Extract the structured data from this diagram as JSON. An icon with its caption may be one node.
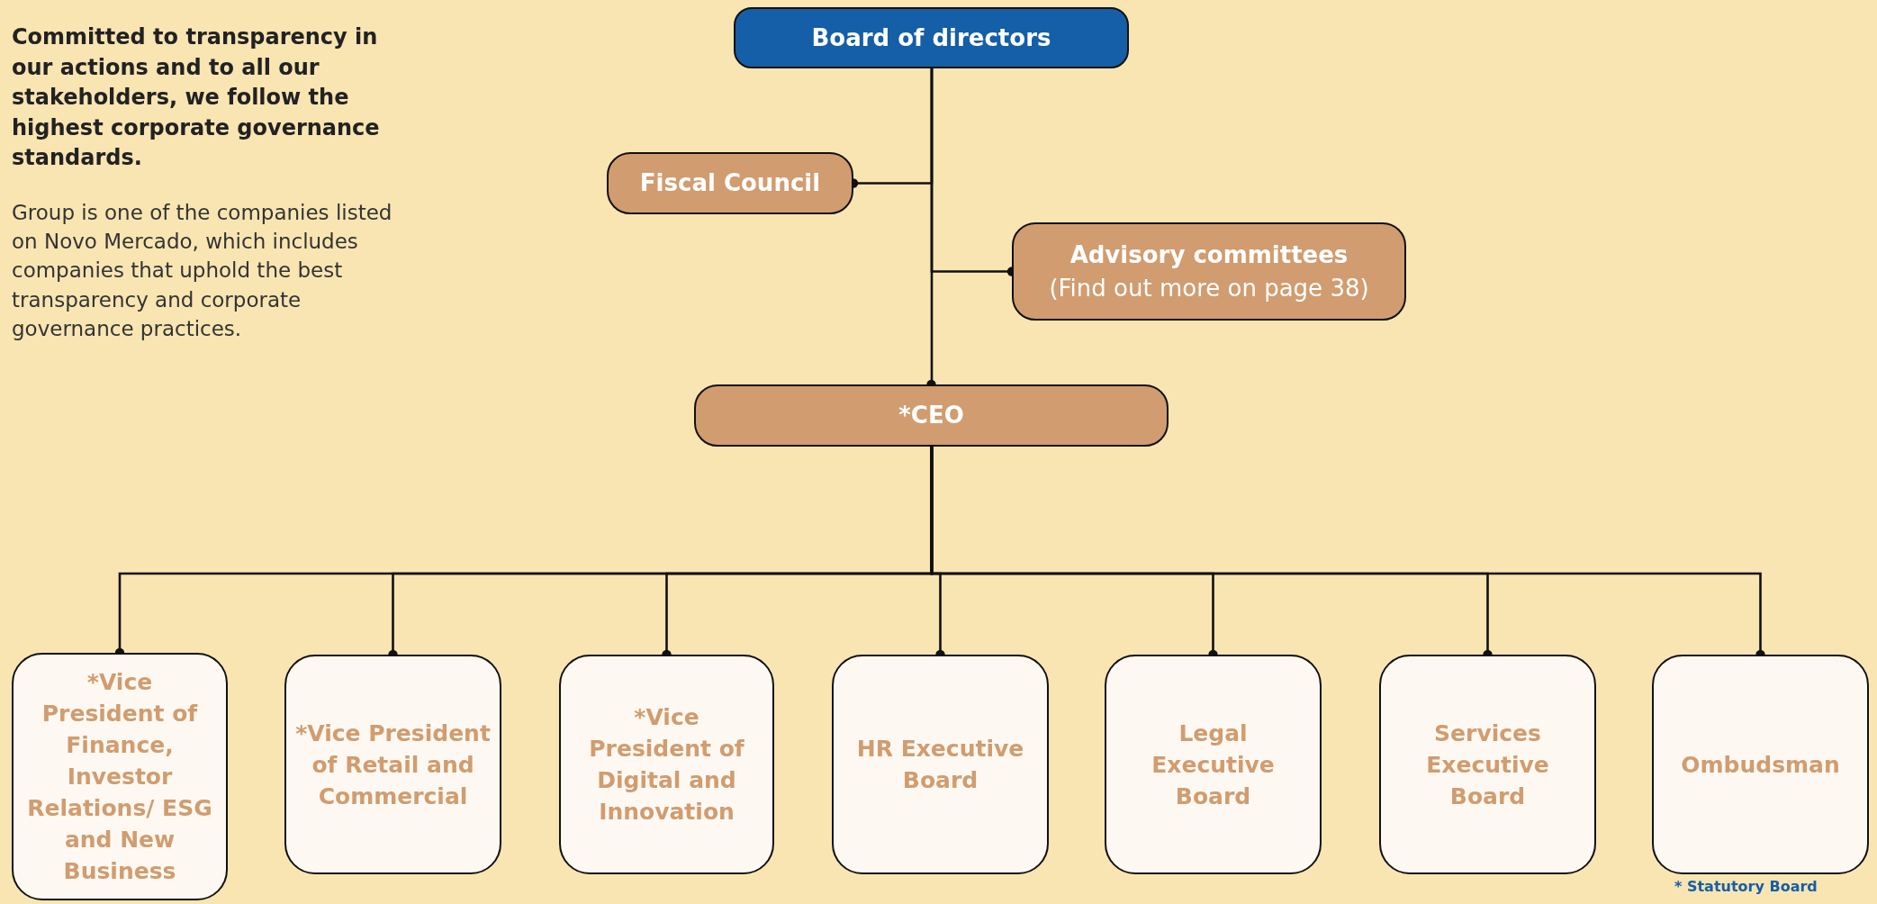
{
  "diagram": {
    "nodes": [
      {
        "text": [
          "Board of directors"
        ]
      },
      {
        "text": [
          "Fiscal Council"
        ]
      },
      {
        "text": [
          "Advisory committees",
          "(Find out more on page 38)"
        ]
      },
      {
        "text": [
          "*CEO"
        ]
      },
      {
        "text": [
          "*Vice President of Finance, Investor Relations/ ESG and New Business"
        ]
      },
      {
        "text": [
          "*Vice President of Retail and Commercial"
        ]
      },
      {
        "text": [
          "*Vice President of Digital and Innovation"
        ]
      },
      {
        "text": [
          "HR Executive Board"
        ]
      },
      {
        "text": [
          "Legal Executive Board"
        ]
      },
      {
        "text": [
          "Services Executive Board"
        ]
      },
      {
        "text": [
          "Ombudsman"
        ]
      }
    ],
    "edges": [
      {
        "from": 0,
        "to": 1,
        "arrow": "other"
      },
      {
        "from": 0,
        "to": 2,
        "arrow": "other"
      },
      {
        "from": 0,
        "to": 3,
        "arrow": "other"
      },
      {
        "from": 3,
        "to": 4,
        "arrow": "other"
      },
      {
        "from": 3,
        "to": 5,
        "arrow": "other"
      },
      {
        "from": 3,
        "to": 6,
        "arrow": "other"
      },
      {
        "from": 3,
        "to": 7,
        "arrow": "other"
      },
      {
        "from": 3,
        "to": 8,
        "arrow": "other"
      },
      {
        "from": 3,
        "to": 9,
        "arrow": "other"
      },
      {
        "from": 3,
        "to": 10,
        "arrow": "other"
      }
    ],
    "labels": [
      "Committed to transparency in our actions and to all our stakeholders, we follow the highest corporate governance standards.",
      "Group is one of the companies listed on Novo Mercado, which includes companies that uphold the best transparency and corporate governance practices.",
      "* Statutory Board"
    ]
  }
}
